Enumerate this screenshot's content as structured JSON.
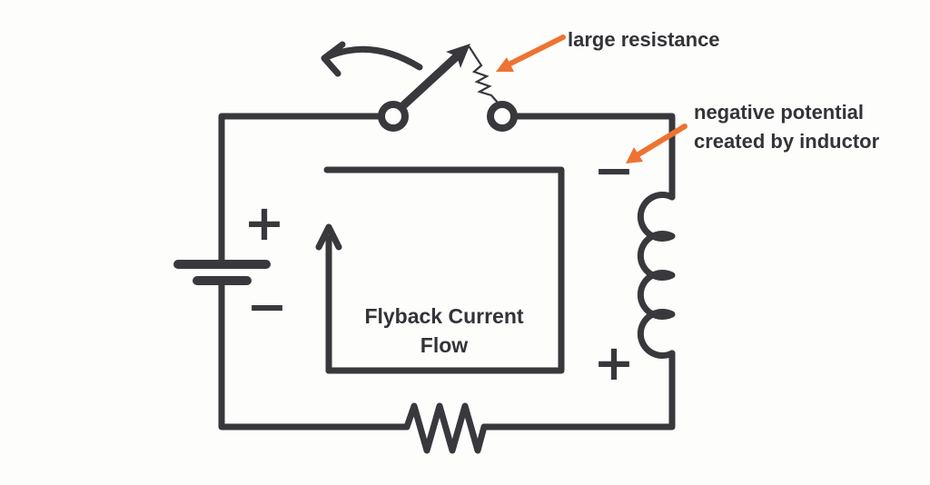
{
  "colors": {
    "background": "#fdfdfc",
    "wire": "#38383d",
    "accent": "#ed7332",
    "text": "#333338"
  },
  "annotations": {
    "large_resistance": "large resistance",
    "negative_potential_line1": "negative potential",
    "negative_potential_line2": "created by inductor"
  },
  "flyback": {
    "line1": "Flyback Current",
    "line2": "Flow"
  },
  "battery": {
    "positive_label": "+",
    "negative_label": "−"
  },
  "inductor": {
    "negative_label": "−",
    "positive_label": "+"
  },
  "icons": {
    "battery": "battery-icon",
    "open_switch": "switch-icon",
    "switch_motion": "switch-motion-arrow-icon",
    "series_resistance": "large-resistance-zigzag-icon",
    "inductor": "inductor-coil-icon",
    "load_resistor": "resistor-zigzag-icon",
    "flyback_loop": "flyback-current-loop-arrow",
    "annotation_arrow": "orange-annotation-arrow-icon"
  }
}
